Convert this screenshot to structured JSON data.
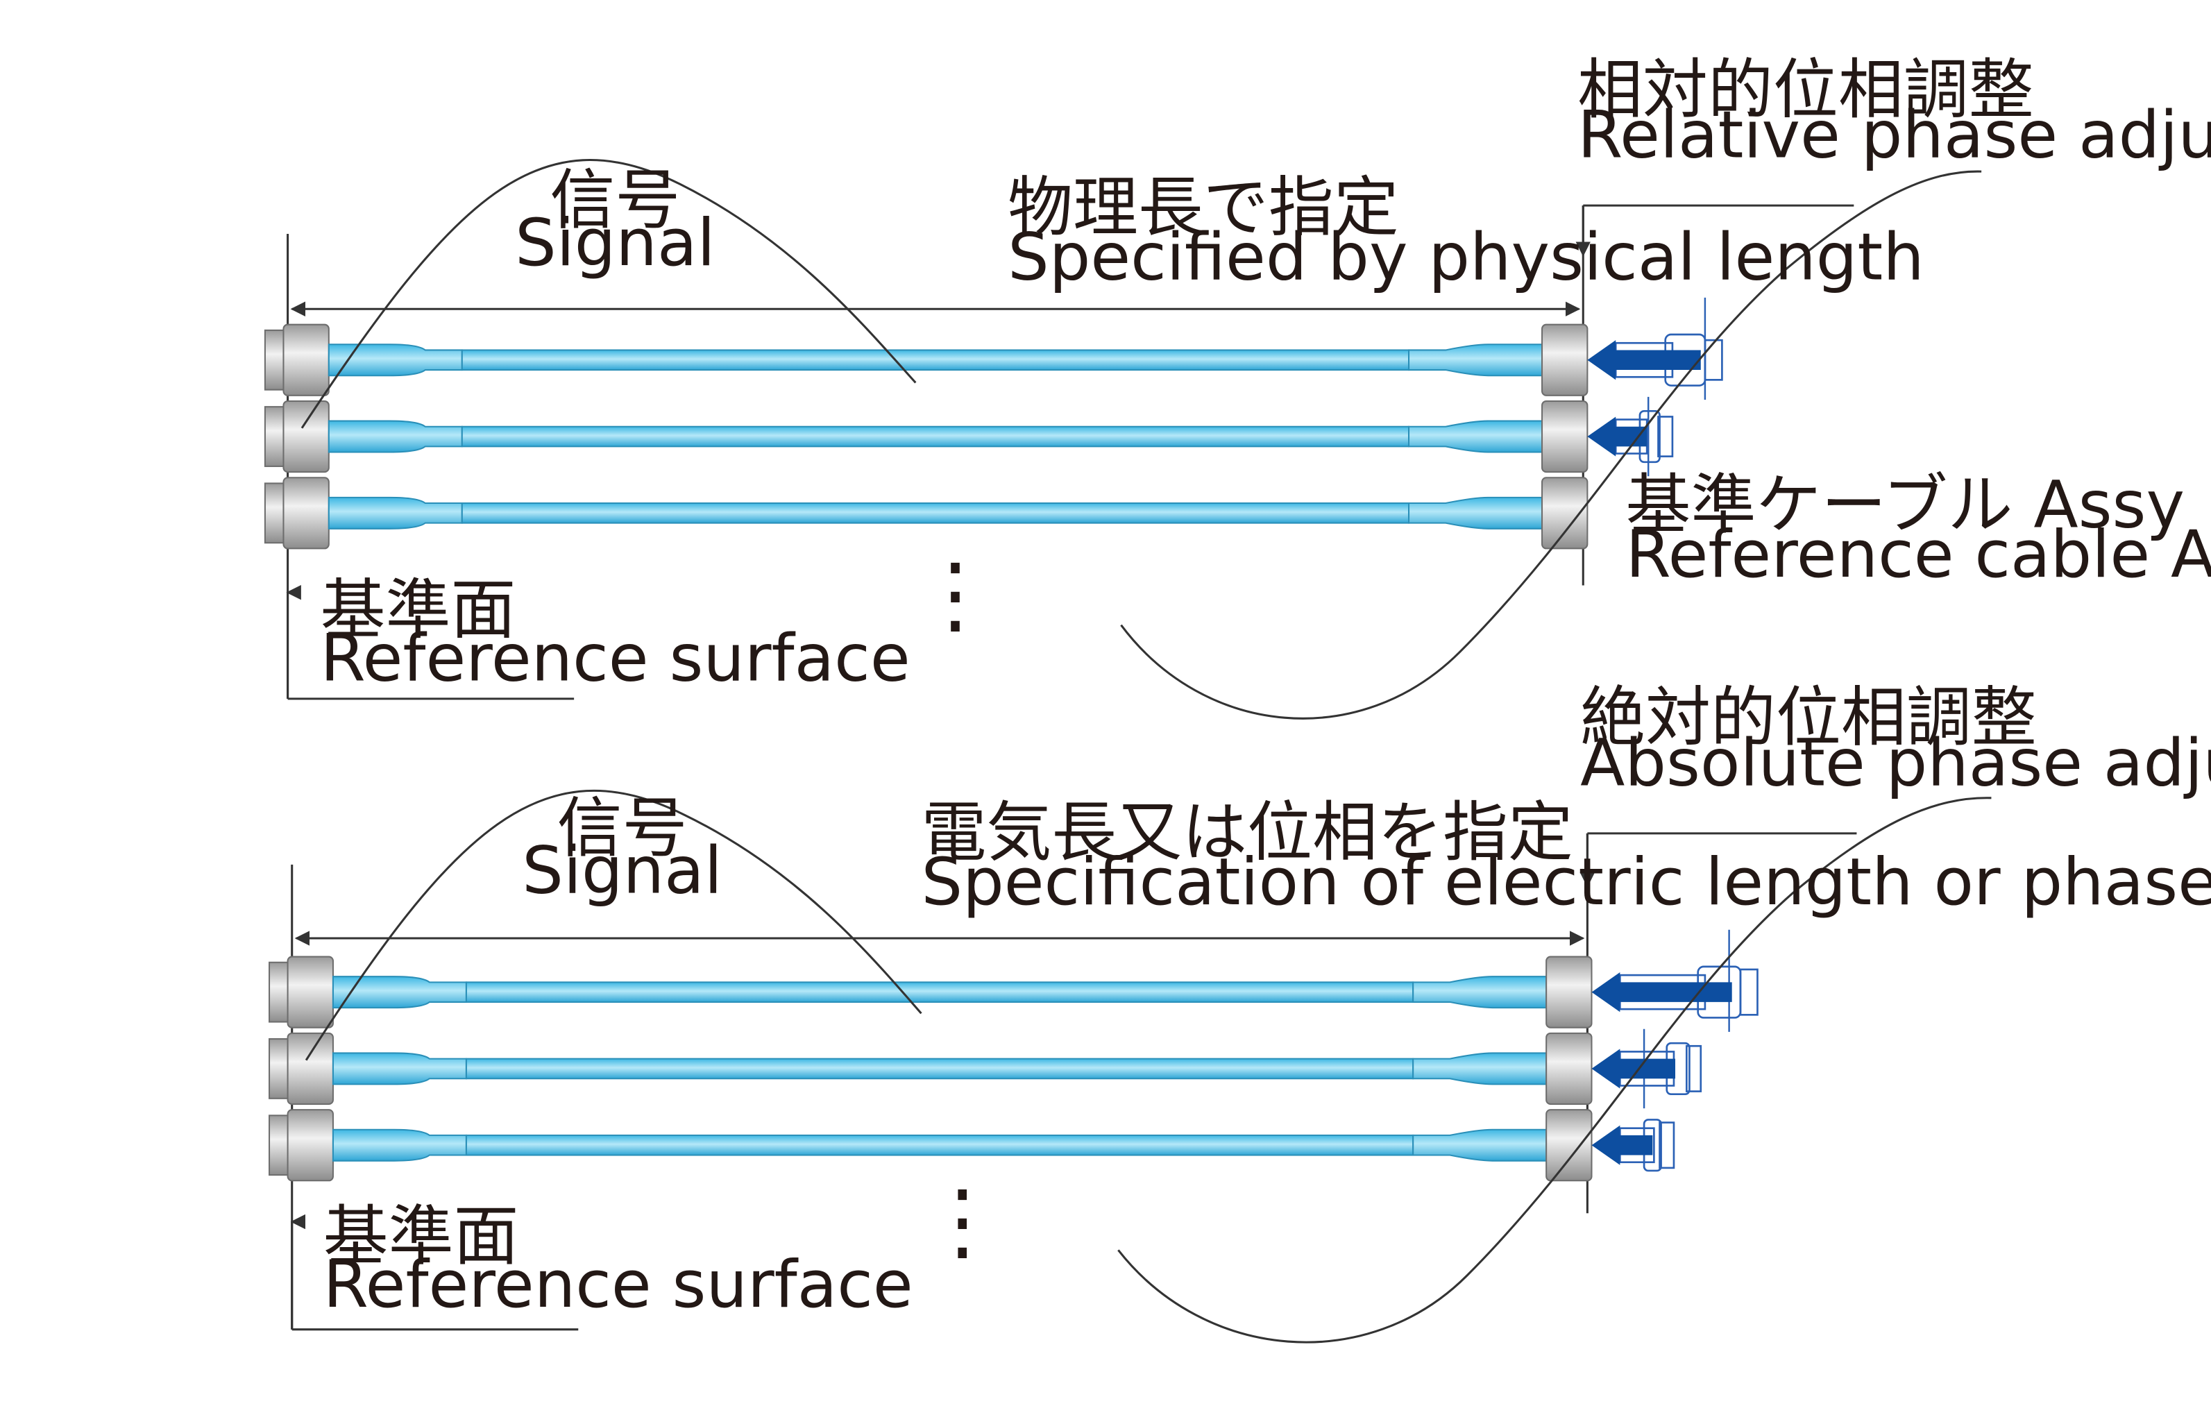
{
  "top_panel": {
    "signal_jp": "信号",
    "signal_en": "Signal",
    "spec_jp": "物理長で指定",
    "spec_en": "Specified by physical length",
    "adjust_jp": "相対的位相調整",
    "adjust_en": "Relative phase adjustment",
    "refcable_jp": "基準ケーブル Assy",
    "refcable_en": "Reference cable Assy",
    "refsurface_jp": "基準面",
    "refsurface_en": "Reference surface",
    "ellipsis": "⋮"
  },
  "bottom_panel": {
    "signal_jp": "信号",
    "signal_en": "Signal",
    "spec_jp": "電気長又は位相を指定",
    "spec_en": "Specification of electric length or phase",
    "adjust_jp": "絶対的位相調整",
    "adjust_en": "Absolute phase adjustment",
    "refsurface_jp": "基準面",
    "refsurface_en": "Reference surface",
    "ellipsis": "⋮"
  },
  "colors": {
    "cable": "#4fc3e8",
    "cable_highlight": "#a6e3f6",
    "cable_edge": "#2a8fb8",
    "connector": "#d4d4d4",
    "connector_edge": "#6d6d6d",
    "arrow": "#0d4ea0",
    "adapter_outline": "#2b61b5",
    "line": "#333333"
  }
}
